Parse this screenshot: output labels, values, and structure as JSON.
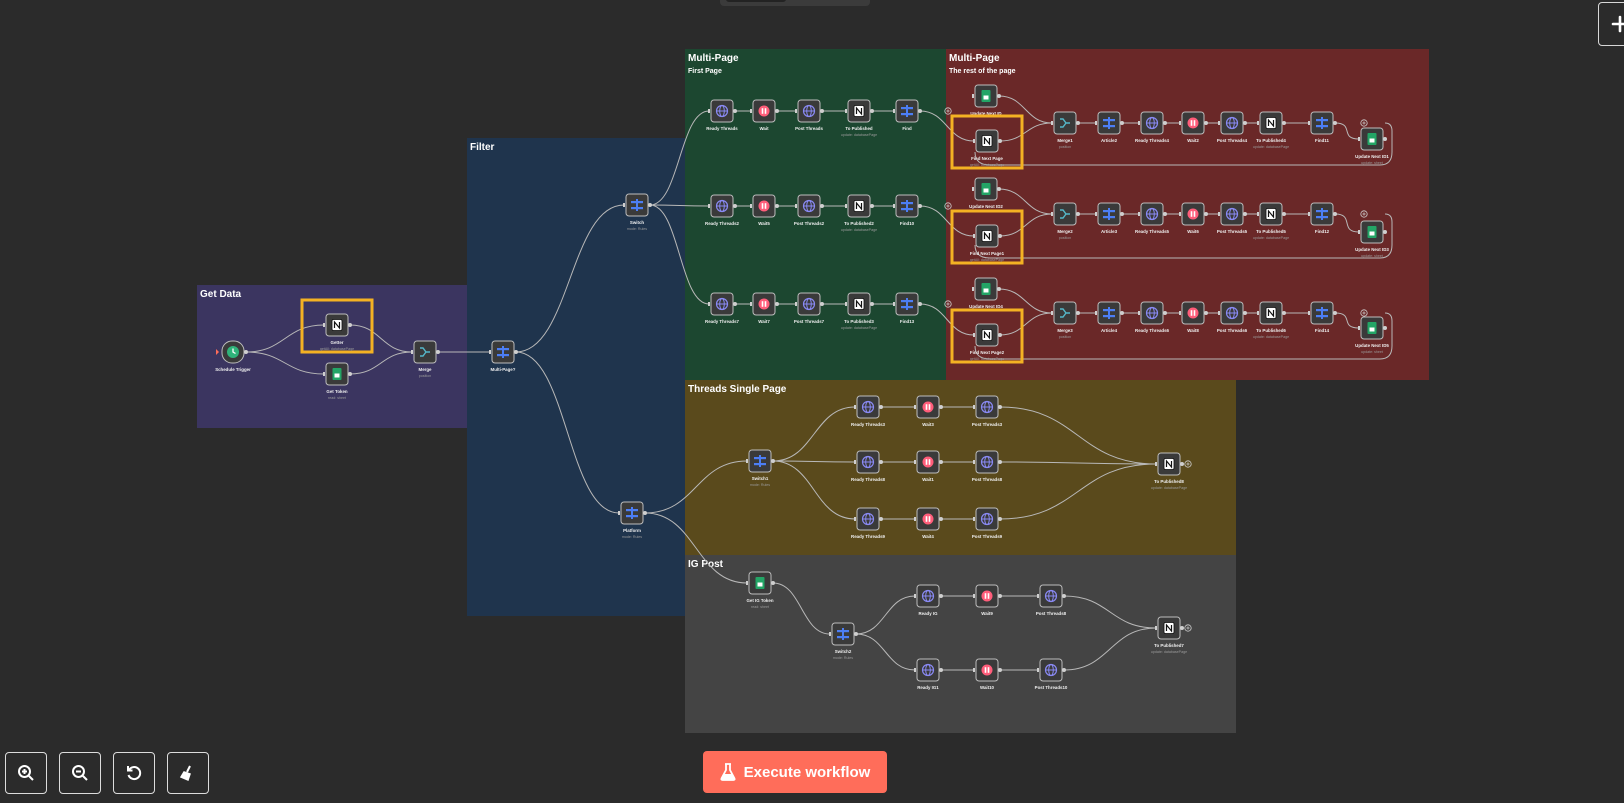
{
  "groups": [
    {
      "id": "get-data",
      "label": "Get Data",
      "sublabel": ""
    },
    {
      "id": "filter",
      "label": "Filter",
      "sublabel": ""
    },
    {
      "id": "multi-page-first",
      "label": "Multi-Page",
      "sublabel": "First Page"
    },
    {
      "id": "multi-page-rest",
      "label": "Multi-Page",
      "sublabel": "The rest of the page"
    },
    {
      "id": "threads-single",
      "label": "Threads Single Page",
      "sublabel": ""
    },
    {
      "id": "ig-post",
      "label": "IG Post",
      "sublabel": ""
    }
  ],
  "nodes": [
    {
      "id": "schedule-trigger",
      "type": "clock",
      "label": "Schedule Trigger",
      "sub": "",
      "highlight": false
    },
    {
      "id": "getter",
      "type": "notion",
      "label": "Getter",
      "sub": "getAll: databasePage",
      "highlight": true
    },
    {
      "id": "get-token",
      "type": "sheets",
      "label": "Get Token",
      "sub": "read: sheet",
      "highlight": false
    },
    {
      "id": "merge",
      "type": "merge",
      "label": "Merge",
      "sub": "position",
      "highlight": false
    },
    {
      "id": "multi-page",
      "type": "switch",
      "label": "Multi-Page?",
      "sub": "",
      "highlight": false
    },
    {
      "id": "switch",
      "type": "switch",
      "label": "Switch",
      "sub": "mode: Rules",
      "highlight": false
    },
    {
      "id": "platform",
      "type": "switch",
      "label": "Platform",
      "sub": "mode: Rules",
      "highlight": false
    },
    {
      "id": "ready-threads",
      "type": "http",
      "label": "Ready Threads",
      "sub": "",
      "highlight": false
    },
    {
      "id": "wait",
      "type": "wait",
      "label": "Wait",
      "sub": "",
      "highlight": false
    },
    {
      "id": "post-threads",
      "type": "http",
      "label": "Post Threads",
      "sub": "",
      "highlight": false
    },
    {
      "id": "to-published",
      "type": "notion",
      "label": "To Published",
      "sub": "update: databasePage",
      "highlight": false
    },
    {
      "id": "find",
      "type": "switch",
      "label": "Find",
      "sub": "",
      "highlight": false
    },
    {
      "id": "ready-threads2",
      "type": "http",
      "label": "Ready Threads2",
      "sub": "",
      "highlight": false
    },
    {
      "id": "wait5",
      "type": "wait",
      "label": "Wait5",
      "sub": "",
      "highlight": false
    },
    {
      "id": "post-threads2",
      "type": "http",
      "label": "Post Threads2",
      "sub": "",
      "highlight": false
    },
    {
      "id": "to-published2",
      "type": "notion",
      "label": "To Published2",
      "sub": "update: databasePage",
      "highlight": false
    },
    {
      "id": "find10",
      "type": "switch",
      "label": "Find10",
      "sub": "",
      "highlight": false
    },
    {
      "id": "ready-threads7",
      "type": "http",
      "label": "Ready Threads7",
      "sub": "",
      "highlight": false
    },
    {
      "id": "wait7",
      "type": "wait",
      "label": "Wait7",
      "sub": "",
      "highlight": false
    },
    {
      "id": "post-threads7",
      "type": "http",
      "label": "Post Threads7",
      "sub": "",
      "highlight": false
    },
    {
      "id": "to-published3",
      "type": "notion",
      "label": "To Published3",
      "sub": "update: databasePage",
      "highlight": false
    },
    {
      "id": "find13",
      "type": "switch",
      "label": "Find13",
      "sub": "",
      "highlight": false
    },
    {
      "id": "update-next-id",
      "type": "sheets",
      "label": "Update Next ID",
      "sub": "",
      "highlight": false
    },
    {
      "id": "find-next-page",
      "type": "notion",
      "label": "Find Next Page",
      "sub": "getAll: databasePage",
      "highlight": true
    },
    {
      "id": "merge1",
      "type": "merge",
      "label": "Merge1",
      "sub": "position",
      "highlight": false
    },
    {
      "id": "article2",
      "type": "switch",
      "label": "Article2",
      "sub": "",
      "highlight": false
    },
    {
      "id": "ready-threads4",
      "type": "http",
      "label": "Ready Threads4",
      "sub": "",
      "highlight": false
    },
    {
      "id": "wait2",
      "type": "wait",
      "label": "Wait2",
      "sub": "",
      "highlight": false
    },
    {
      "id": "post-threads4",
      "type": "http",
      "label": "Post Threads4",
      "sub": "",
      "highlight": false
    },
    {
      "id": "to-published4",
      "type": "notion",
      "label": "To Published4",
      "sub": "update: databasePage",
      "highlight": false
    },
    {
      "id": "find11",
      "type": "switch",
      "label": "Find11",
      "sub": "",
      "highlight": false
    },
    {
      "id": "update-next-id1",
      "type": "sheets",
      "label": "Update Next ID1",
      "sub": "update: sheet",
      "highlight": false
    },
    {
      "id": "update-next-id2",
      "type": "sheets",
      "label": "Update Next ID2",
      "sub": "",
      "highlight": false
    },
    {
      "id": "find-next-page1",
      "type": "notion",
      "label": "Find Next Page1",
      "sub": "getAll: databasePage",
      "highlight": true
    },
    {
      "id": "merge2",
      "type": "merge",
      "label": "Merge2",
      "sub": "position",
      "highlight": false
    },
    {
      "id": "article3",
      "type": "switch",
      "label": "Article3",
      "sub": "",
      "highlight": false
    },
    {
      "id": "ready-threads5",
      "type": "http",
      "label": "Ready Threads5",
      "sub": "",
      "highlight": false
    },
    {
      "id": "wait6",
      "type": "wait",
      "label": "Wait6",
      "sub": "",
      "highlight": false
    },
    {
      "id": "post-threads5",
      "type": "http",
      "label": "Post Threads5",
      "sub": "",
      "highlight": false
    },
    {
      "id": "to-published5",
      "type": "notion",
      "label": "To Published5",
      "sub": "update: databasePage",
      "highlight": false
    },
    {
      "id": "find12",
      "type": "switch",
      "label": "Find12",
      "sub": "",
      "highlight": false
    },
    {
      "id": "update-next-id3",
      "type": "sheets",
      "label": "Update Next ID3",
      "sub": "update: sheet",
      "highlight": false
    },
    {
      "id": "update-next-id4",
      "type": "sheets",
      "label": "Update Next ID4",
      "sub": "",
      "highlight": false
    },
    {
      "id": "find-next-page2",
      "type": "notion",
      "label": "Find Next Page2",
      "sub": "getAll: databasePage",
      "highlight": true
    },
    {
      "id": "merge3",
      "type": "merge",
      "label": "Merge3",
      "sub": "position",
      "highlight": false
    },
    {
      "id": "article4",
      "type": "switch",
      "label": "Article4",
      "sub": "",
      "highlight": false
    },
    {
      "id": "ready-threads6",
      "type": "http",
      "label": "Ready Threads6",
      "sub": "",
      "highlight": false
    },
    {
      "id": "wait8",
      "type": "wait",
      "label": "Wait8",
      "sub": "",
      "highlight": false
    },
    {
      "id": "post-threads6",
      "type": "http",
      "label": "Post Threads6",
      "sub": "",
      "highlight": false
    },
    {
      "id": "to-published6",
      "type": "notion",
      "label": "To Published6",
      "sub": "update: databasePage",
      "highlight": false
    },
    {
      "id": "find14",
      "type": "switch",
      "label": "Find14",
      "sub": "",
      "highlight": false
    },
    {
      "id": "update-next-id5",
      "type": "sheets",
      "label": "Update Next ID5",
      "sub": "update: sheet",
      "highlight": false
    },
    {
      "id": "switch1",
      "type": "switch",
      "label": "Switch1",
      "sub": "mode: Rules",
      "highlight": false
    },
    {
      "id": "ready-threads3",
      "type": "http",
      "label": "Ready Threads3",
      "sub": "",
      "highlight": false
    },
    {
      "id": "wait3",
      "type": "wait",
      "label": "Wait3",
      "sub": "",
      "highlight": false
    },
    {
      "id": "post-threads3",
      "type": "http",
      "label": "Post Threads3",
      "sub": "",
      "highlight": false
    },
    {
      "id": "ready-threads8",
      "type": "http",
      "label": "Ready Threads8",
      "sub": "",
      "highlight": false
    },
    {
      "id": "wait1",
      "type": "wait",
      "label": "Wait1",
      "sub": "",
      "highlight": false
    },
    {
      "id": "post-threads8",
      "type": "http",
      "label": "Post Threads8",
      "sub": "",
      "highlight": false
    },
    {
      "id": "ready-threads9",
      "type": "http",
      "label": "Ready Threads9",
      "sub": "",
      "highlight": false
    },
    {
      "id": "wait4",
      "type": "wait",
      "label": "Wait4",
      "sub": "",
      "highlight": false
    },
    {
      "id": "post-threads9",
      "type": "http",
      "label": "Post Threads9",
      "sub": "",
      "highlight": false
    },
    {
      "id": "to-published8",
      "type": "notion",
      "label": "To Published8",
      "sub": "update: databasePage",
      "highlight": false
    },
    {
      "id": "get-ig-token",
      "type": "sheets",
      "label": "Get IG Token",
      "sub": "read: sheet",
      "highlight": false
    },
    {
      "id": "switch2",
      "type": "switch",
      "label": "Switch2",
      "sub": "mode: Rules",
      "highlight": false
    },
    {
      "id": "ready-ig",
      "type": "http",
      "label": "Ready IG",
      "sub": "",
      "highlight": false
    },
    {
      "id": "wait9",
      "type": "wait",
      "label": "Wait9",
      "sub": "",
      "highlight": false
    },
    {
      "id": "post-threads8b",
      "type": "http",
      "label": "Post Threads8",
      "sub": "",
      "highlight": false
    },
    {
      "id": "ready-ig1",
      "type": "http",
      "label": "Ready IG1",
      "sub": "",
      "highlight": false
    },
    {
      "id": "wait10",
      "type": "wait",
      "label": "Wait10",
      "sub": "",
      "highlight": false
    },
    {
      "id": "post-threads10",
      "type": "http",
      "label": "Post Threads10",
      "sub": "",
      "highlight": false
    },
    {
      "id": "to-published7",
      "type": "notion",
      "label": "To Published7",
      "sub": "update: databasePage",
      "highlight": false
    }
  ],
  "edges": [
    [
      "schedule-trigger",
      "getter"
    ],
    [
      "schedule-trigger",
      "get-token"
    ],
    [
      "getter",
      "merge"
    ],
    [
      "get-token",
      "merge"
    ],
    [
      "merge",
      "multi-page"
    ],
    [
      "multi-page",
      "switch"
    ],
    [
      "multi-page",
      "platform"
    ],
    [
      "switch",
      "ready-threads"
    ],
    [
      "switch",
      "ready-threads2"
    ],
    [
      "switch",
      "ready-threads7"
    ],
    [
      "ready-threads",
      "wait"
    ],
    [
      "wait",
      "post-threads"
    ],
    [
      "post-threads",
      "to-published"
    ],
    [
      "to-published",
      "find"
    ],
    [
      "ready-threads2",
      "wait5"
    ],
    [
      "wait5",
      "post-threads2"
    ],
    [
      "post-threads2",
      "to-published2"
    ],
    [
      "to-published2",
      "find10"
    ],
    [
      "ready-threads7",
      "wait7"
    ],
    [
      "wait7",
      "post-threads7"
    ],
    [
      "post-threads7",
      "to-published3"
    ],
    [
      "to-published3",
      "find13"
    ],
    [
      "find",
      "find-next-page"
    ],
    [
      "find-next-page",
      "merge1"
    ],
    [
      "update-next-id",
      "merge1"
    ],
    [
      "merge1",
      "article2"
    ],
    [
      "article2",
      "ready-threads4"
    ],
    [
      "ready-threads4",
      "wait2"
    ],
    [
      "wait2",
      "post-threads4"
    ],
    [
      "post-threads4",
      "to-published4"
    ],
    [
      "to-published4",
      "find11"
    ],
    [
      "find11",
      "update-next-id1"
    ],
    [
      "find10",
      "find-next-page1"
    ],
    [
      "find-next-page1",
      "merge2"
    ],
    [
      "update-next-id2",
      "merge2"
    ],
    [
      "merge2",
      "article3"
    ],
    [
      "article3",
      "ready-threads5"
    ],
    [
      "ready-threads5",
      "wait6"
    ],
    [
      "wait6",
      "post-threads5"
    ],
    [
      "post-threads5",
      "to-published5"
    ],
    [
      "to-published5",
      "find12"
    ],
    [
      "find12",
      "update-next-id3"
    ],
    [
      "find13",
      "find-next-page2"
    ],
    [
      "find-next-page2",
      "merge3"
    ],
    [
      "update-next-id4",
      "merge3"
    ],
    [
      "merge3",
      "article4"
    ],
    [
      "article4",
      "ready-threads6"
    ],
    [
      "ready-threads6",
      "wait8"
    ],
    [
      "wait8",
      "post-threads6"
    ],
    [
      "post-threads6",
      "to-published6"
    ],
    [
      "to-published6",
      "find14"
    ],
    [
      "find14",
      "update-next-id5"
    ],
    [
      "platform",
      "switch1"
    ],
    [
      "platform",
      "get-ig-token"
    ],
    [
      "switch1",
      "ready-threads3"
    ],
    [
      "switch1",
      "ready-threads8"
    ],
    [
      "switch1",
      "ready-threads9"
    ],
    [
      "ready-threads3",
      "wait3"
    ],
    [
      "wait3",
      "post-threads3"
    ],
    [
      "post-threads3",
      "to-published8"
    ],
    [
      "ready-threads8",
      "wait1"
    ],
    [
      "wait1",
      "post-threads8"
    ],
    [
      "post-threads8",
      "to-published8"
    ],
    [
      "ready-threads9",
      "wait4"
    ],
    [
      "wait4",
      "post-threads9"
    ],
    [
      "post-threads9",
      "to-published8"
    ],
    [
      "get-ig-token",
      "switch2"
    ],
    [
      "switch2",
      "ready-ig"
    ],
    [
      "switch2",
      "ready-ig1"
    ],
    [
      "ready-ig",
      "wait9"
    ],
    [
      "wait9",
      "post-threads8b"
    ],
    [
      "post-threads8b",
      "to-published7"
    ],
    [
      "ready-ig1",
      "wait10"
    ],
    [
      "wait10",
      "post-threads10"
    ],
    [
      "post-threads10",
      "to-published7"
    ]
  ],
  "toolbar": {
    "zoom_in_icon": "zoom-in-icon",
    "zoom_out_icon": "zoom-out-icon",
    "reset_icon": "reset-zoom-icon",
    "tidy_icon": "tidy-up-icon"
  },
  "execute_button": {
    "label": "Execute workflow",
    "icon": "flask-icon"
  },
  "add_button": {
    "icon": "plus-icon"
  },
  "colors": {
    "canvas": "#2b2b2b",
    "get_data": "#3b3560",
    "filter": "#1f344d",
    "multi_first": "#1c4730",
    "multi_rest": "#6a2828",
    "threads_single": "#5a4a1c",
    "ig_post": "#444444",
    "highlight": "#f4b223",
    "execute": "#ff6d5a"
  }
}
